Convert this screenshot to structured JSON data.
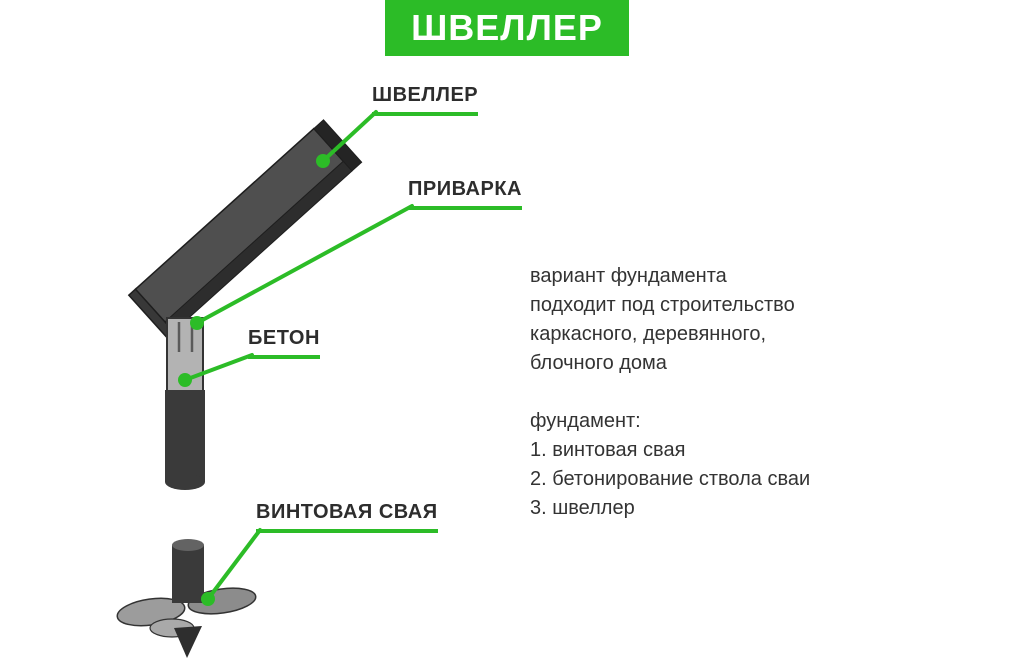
{
  "title": "ШВЕЛЛЕР",
  "colors": {
    "accent_green": "#2cbc27",
    "steel_dark": "#3a3a3a",
    "text_dark": "#2d2d2d"
  },
  "callouts": {
    "channel": "ШВЕЛЛЕР",
    "weld": "ПРИВАРКА",
    "concrete": "БЕТОН",
    "screw_pile": "ВИНТОВАЯ СВАЯ"
  },
  "description": {
    "lines": [
      "вариант фундамента",
      "подходит под строительство",
      "каркасного, деревянного,",
      "блочного дома"
    ],
    "list_title": "фундамент:",
    "list_items": [
      "1. винтовая свая",
      "2. бетонирование ствола сваи",
      "3. швеллер"
    ]
  }
}
